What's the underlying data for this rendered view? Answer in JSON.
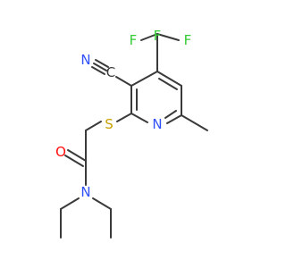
{
  "molecule": {
    "atoms": {
      "fluorine_top_left": {
        "symbol": "F",
        "color": "#33cc33"
      },
      "fluorine_top_right": {
        "symbol": "F",
        "color": "#33cc33"
      },
      "fluorine_left": {
        "symbol": "F",
        "color": "#33cc33"
      },
      "nitrogen_nitrile": {
        "symbol": "N",
        "color": "#3050f8"
      },
      "carbon_nitrile": {
        "symbol": "C",
        "color": "#3a3a3a"
      },
      "sulfur": {
        "symbol": "S",
        "color": "#c8a000"
      },
      "nitrogen_pyridine": {
        "symbol": "N",
        "color": "#3050f8"
      },
      "oxygen_carbonyl": {
        "symbol": "O",
        "color": "#ff0d0d"
      },
      "nitrogen_amide": {
        "symbol": "N",
        "color": "#3050f8"
      }
    },
    "bond_color": "#3a3a3a"
  }
}
